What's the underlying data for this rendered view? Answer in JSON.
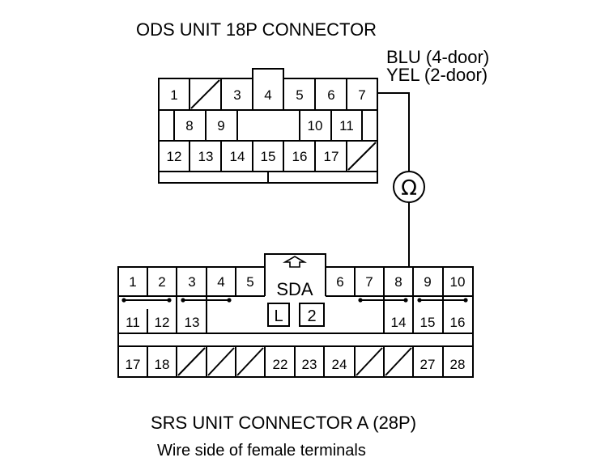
{
  "ods_connector": {
    "title": "ODS UNIT 18P CONNECTOR",
    "wire_label_line1": "BLU (4-door)",
    "wire_label_line2": "YEL (2-door)",
    "row1_pins": [
      "1",
      "",
      "3",
      "4",
      "5",
      "6",
      "7"
    ],
    "row2_pins": [
      "8",
      "9",
      "10",
      "11"
    ],
    "row3_pins": [
      "12",
      "13",
      "14",
      "15",
      "16",
      "17"
    ]
  },
  "meter": {
    "symbol": "Ω",
    "icon": "ohmmeter-icon"
  },
  "srs_connector": {
    "title": "SRS UNIT CONNECTOR A (28P)",
    "subtitle": "Wire side of female terminals",
    "center_label": "SDA",
    "center_box1": "L",
    "center_box2": "2",
    "row1_pins": [
      "1",
      "2",
      "3",
      "4",
      "5",
      "6",
      "7",
      "8",
      "9",
      "10"
    ],
    "row2_pins": [
      "11",
      "12",
      "13",
      "14",
      "15",
      "16"
    ],
    "row3_pins": [
      "17",
      "18",
      "22",
      "23",
      "24",
      "27",
      "28"
    ]
  }
}
